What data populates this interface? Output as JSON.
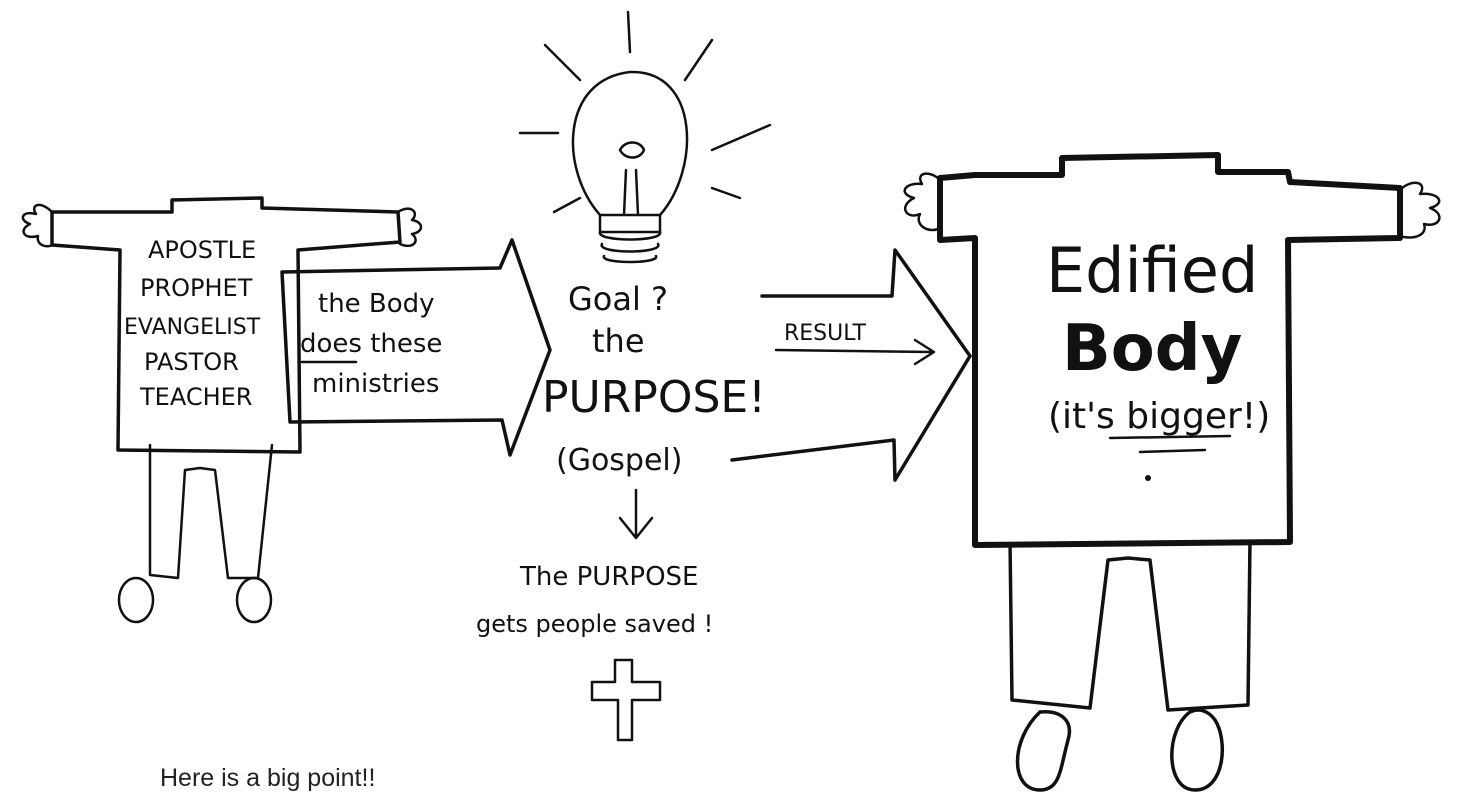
{
  "left_figure": {
    "lines": [
      "APOSTLE",
      "PROPHET",
      "EVANGELIST",
      "PASTOR",
      "TEACHER"
    ]
  },
  "first_arrow": {
    "lines": [
      "the Body",
      "does these",
      "ministries"
    ]
  },
  "center": {
    "goal": "Goal ?",
    "the": "the",
    "purpose": "PURPOSE!",
    "gospel": "(Gospel)",
    "note_line1": "The PURPOSE",
    "note_line2": "gets people saved !"
  },
  "result_label": "RESULT",
  "right_figure": {
    "line1": "Edified",
    "line2": "Body",
    "line3": "(it's bigger!)"
  },
  "caption": "Here is a big point!!"
}
